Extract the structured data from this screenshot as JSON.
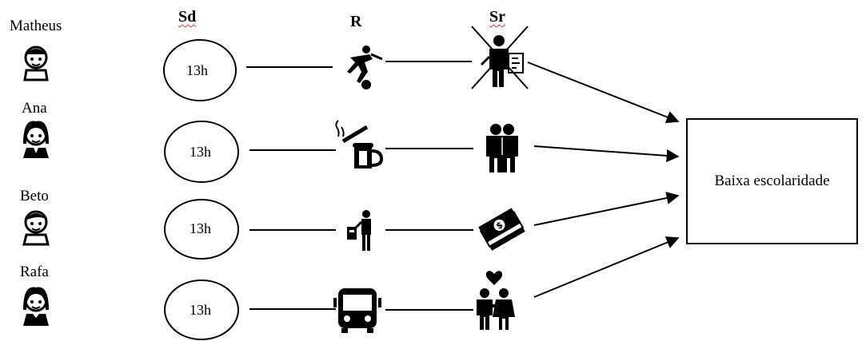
{
  "headers": {
    "sd": "Sd",
    "r": "R",
    "sr": "Sr"
  },
  "people": [
    {
      "name": "Matheus",
      "time": "13h"
    },
    {
      "name": "Ana",
      "time": "13h"
    },
    {
      "name": "Beto",
      "time": "13h"
    },
    {
      "name": "Rafa",
      "time": "13h"
    }
  ],
  "outcome": "Baixa escolaridade"
}
